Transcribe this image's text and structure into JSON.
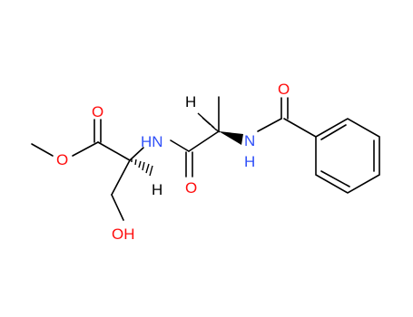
{
  "colors": {
    "bond": "#000000",
    "oxygen": "#ff0d0d",
    "nitrogen": "#3050f8",
    "hydrogen": "#000000"
  },
  "atoms": {
    "o_ester_carbonyl": "O",
    "o_ester_single": "O",
    "nh_left": "HN",
    "h_stereo_left": "H",
    "oh": "OH",
    "o_amide_middle": "O",
    "h_stereo_right": "H",
    "n_right": "N",
    "h_on_n_right": "H",
    "o_benzoyl": "O"
  }
}
